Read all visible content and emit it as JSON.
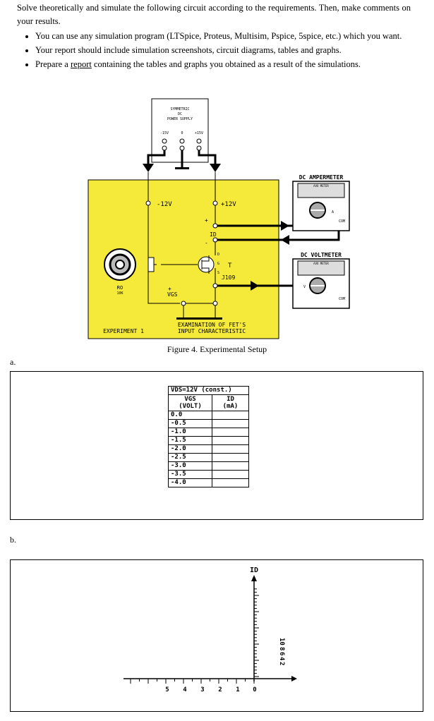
{
  "intro": {
    "line1": "Solve theoretically and simulate the following circuit according to the requirements. Then, make comments on your results.",
    "bullets": [
      "You can use any simulation program (LTSpice, Proteus, Multisim, Pspice, 5spice, etc.) which you want.",
      "Your report should include simulation screenshots, circuit diagrams, tables and graphs."
    ],
    "bullet3_pre": "Prepare a ",
    "bullet3_link": "report",
    "bullet3_post": " containing the tables and graphs you obtained as a result of the simulations."
  },
  "figure": {
    "psu_title_1": "SYMMETRIC",
    "psu_title_2": "DC",
    "psu_title_3": "POWER SUPPLY",
    "psu_neg": "-15V",
    "psu_zero": "0",
    "psu_pos": "+15V",
    "neg12": "-12V",
    "pos12": "+12V",
    "plus_sign": "+",
    "minus_sign": "-",
    "id_label": "ID",
    "ammeter_title": "DC AMPERMETER",
    "ammeter_sub": "AVO METER",
    "ammeter_a": "A",
    "ammeter_com": "COM",
    "voltmeter_title": "DC VOLTMETER",
    "voltmeter_sub": "AVO METER",
    "voltmeter_v": "V",
    "voltmeter_com": "COM",
    "ro_label": "RO",
    "ro_value": "10K",
    "vgs_label": "VGS",
    "fet_d": "D",
    "fet_g": "G",
    "fet_s": "S",
    "fet_t": "T",
    "fet_name": "J109",
    "board_title_1": "EXAMINATION OF FET'S",
    "board_title_2": "INPUT CHARACTERISTIC",
    "experiment": "EXPERIMENT 1",
    "caption": "Figure 4. Experimental Setup"
  },
  "part_a": {
    "label": "a.",
    "table_header": "VDS=12V (const.)",
    "col1": "VGS",
    "col1_unit": "(VOLT)",
    "col2": "ID",
    "col2_unit": "(mA)",
    "rows": [
      "0.0",
      "-0.5",
      "-1.0",
      "-1.5",
      "-2.0",
      "-2.5",
      "-3.0",
      "-3.5",
      "-4.0"
    ]
  },
  "part_b": {
    "label": "b.",
    "y_label": "ID",
    "y_ticks": [
      "10",
      "8",
      "6",
      "4",
      "2"
    ],
    "x_ticks": [
      "5",
      "4",
      "3",
      "2",
      "1",
      "0"
    ]
  }
}
